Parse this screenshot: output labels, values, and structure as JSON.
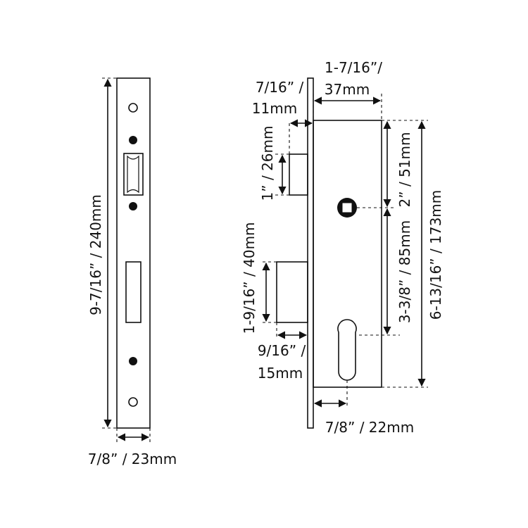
{
  "faceplate": {
    "height_label": "9-7/16” / 240mm",
    "width_label": "7/8” / 23mm"
  },
  "lock_body": {
    "backset_label_line1": "1-7/16”/",
    "backset_label_line2": "37mm",
    "faceplate_thickness_line1": "7/16” /",
    "faceplate_thickness_line2": "11mm",
    "latch_height_label": "1” / 26mm",
    "deadbolt_height_label": "1-9/16” / 40mm",
    "deadbolt_throw_line1": "9/16” /",
    "deadbolt_throw_line2": "15mm",
    "spindle_to_top_label": "2” / 51mm",
    "spindle_to_cylinder_label": "3-3/8” / 85mm",
    "body_height_label": "6-13/16” / 173mm",
    "cylinder_offset_label": "7/8” / 22mm"
  }
}
